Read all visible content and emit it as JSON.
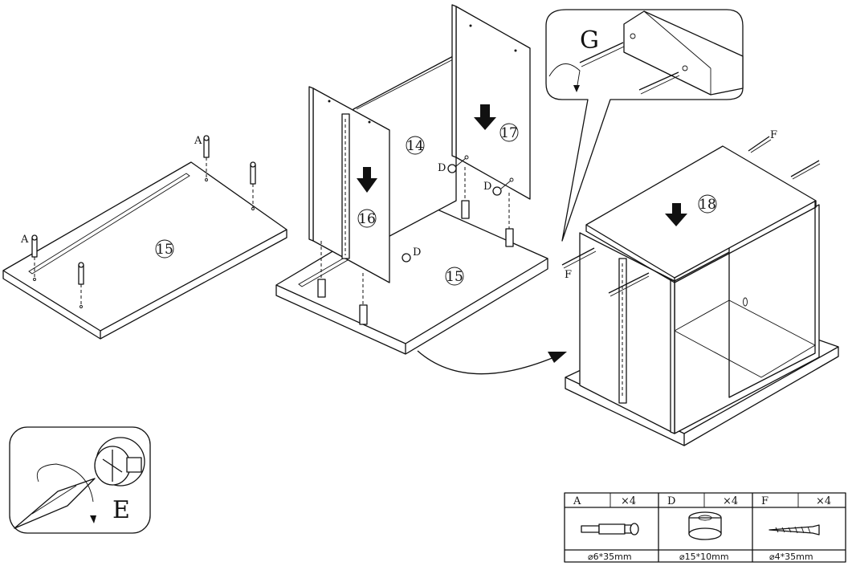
{
  "parts": {
    "p15_a": "15",
    "p14": "14",
    "p16": "16",
    "p17": "17",
    "p15_b": "15",
    "p18": "18"
  },
  "labels": {
    "A": "A",
    "D": "D",
    "F": "F",
    "G": "G",
    "E": "E"
  },
  "hardware_table": [
    {
      "letter": "A",
      "qty": "×4",
      "size": "⌀6*35mm"
    },
    {
      "letter": "D",
      "qty": "×4",
      "size": "⌀15*10mm"
    },
    {
      "letter": "F",
      "qty": "×4",
      "size": "⌀4*35mm"
    }
  ]
}
